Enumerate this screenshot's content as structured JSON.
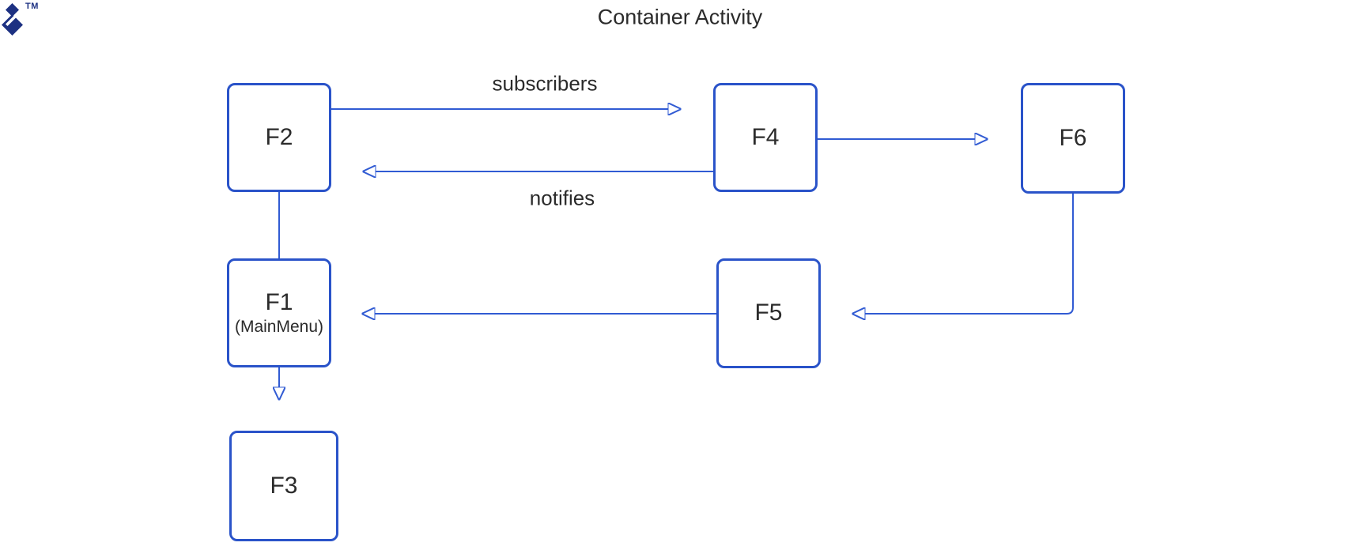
{
  "title": "Container Activity",
  "logo": {
    "icon": "toptal-logo",
    "trademark": "TM"
  },
  "colors": {
    "node_border": "#2a53c9",
    "connector": "#315bd3",
    "text_dark": "#2b2b2b",
    "logo_navy": "#1d3182",
    "bg": "#ffffff"
  },
  "nodes": {
    "f2": {
      "label": "F2"
    },
    "f4": {
      "label": "F4"
    },
    "f6": {
      "label": "F6"
    },
    "f1": {
      "label": "F1",
      "sublabel": "(MainMenu)"
    },
    "f5": {
      "label": "F5"
    },
    "f3": {
      "label": "F3"
    }
  },
  "edges": [
    {
      "from": "F2",
      "to": "F4",
      "label": "subscribers",
      "arrowhead": true
    },
    {
      "from": "F4",
      "to": "F2",
      "label": "notifies",
      "arrowhead": true
    },
    {
      "from": "F4",
      "to": "F6",
      "label": "",
      "arrowhead": true
    },
    {
      "from": "F2",
      "to": "F1",
      "label": "",
      "arrowhead": false
    },
    {
      "from": "F6",
      "to": "F5",
      "label": "",
      "arrowhead": true,
      "style": "elbow"
    },
    {
      "from": "F5",
      "to": "F1",
      "label": "",
      "arrowhead": true
    },
    {
      "from": "F1",
      "to": "F3",
      "label": "",
      "arrowhead": true
    }
  ]
}
